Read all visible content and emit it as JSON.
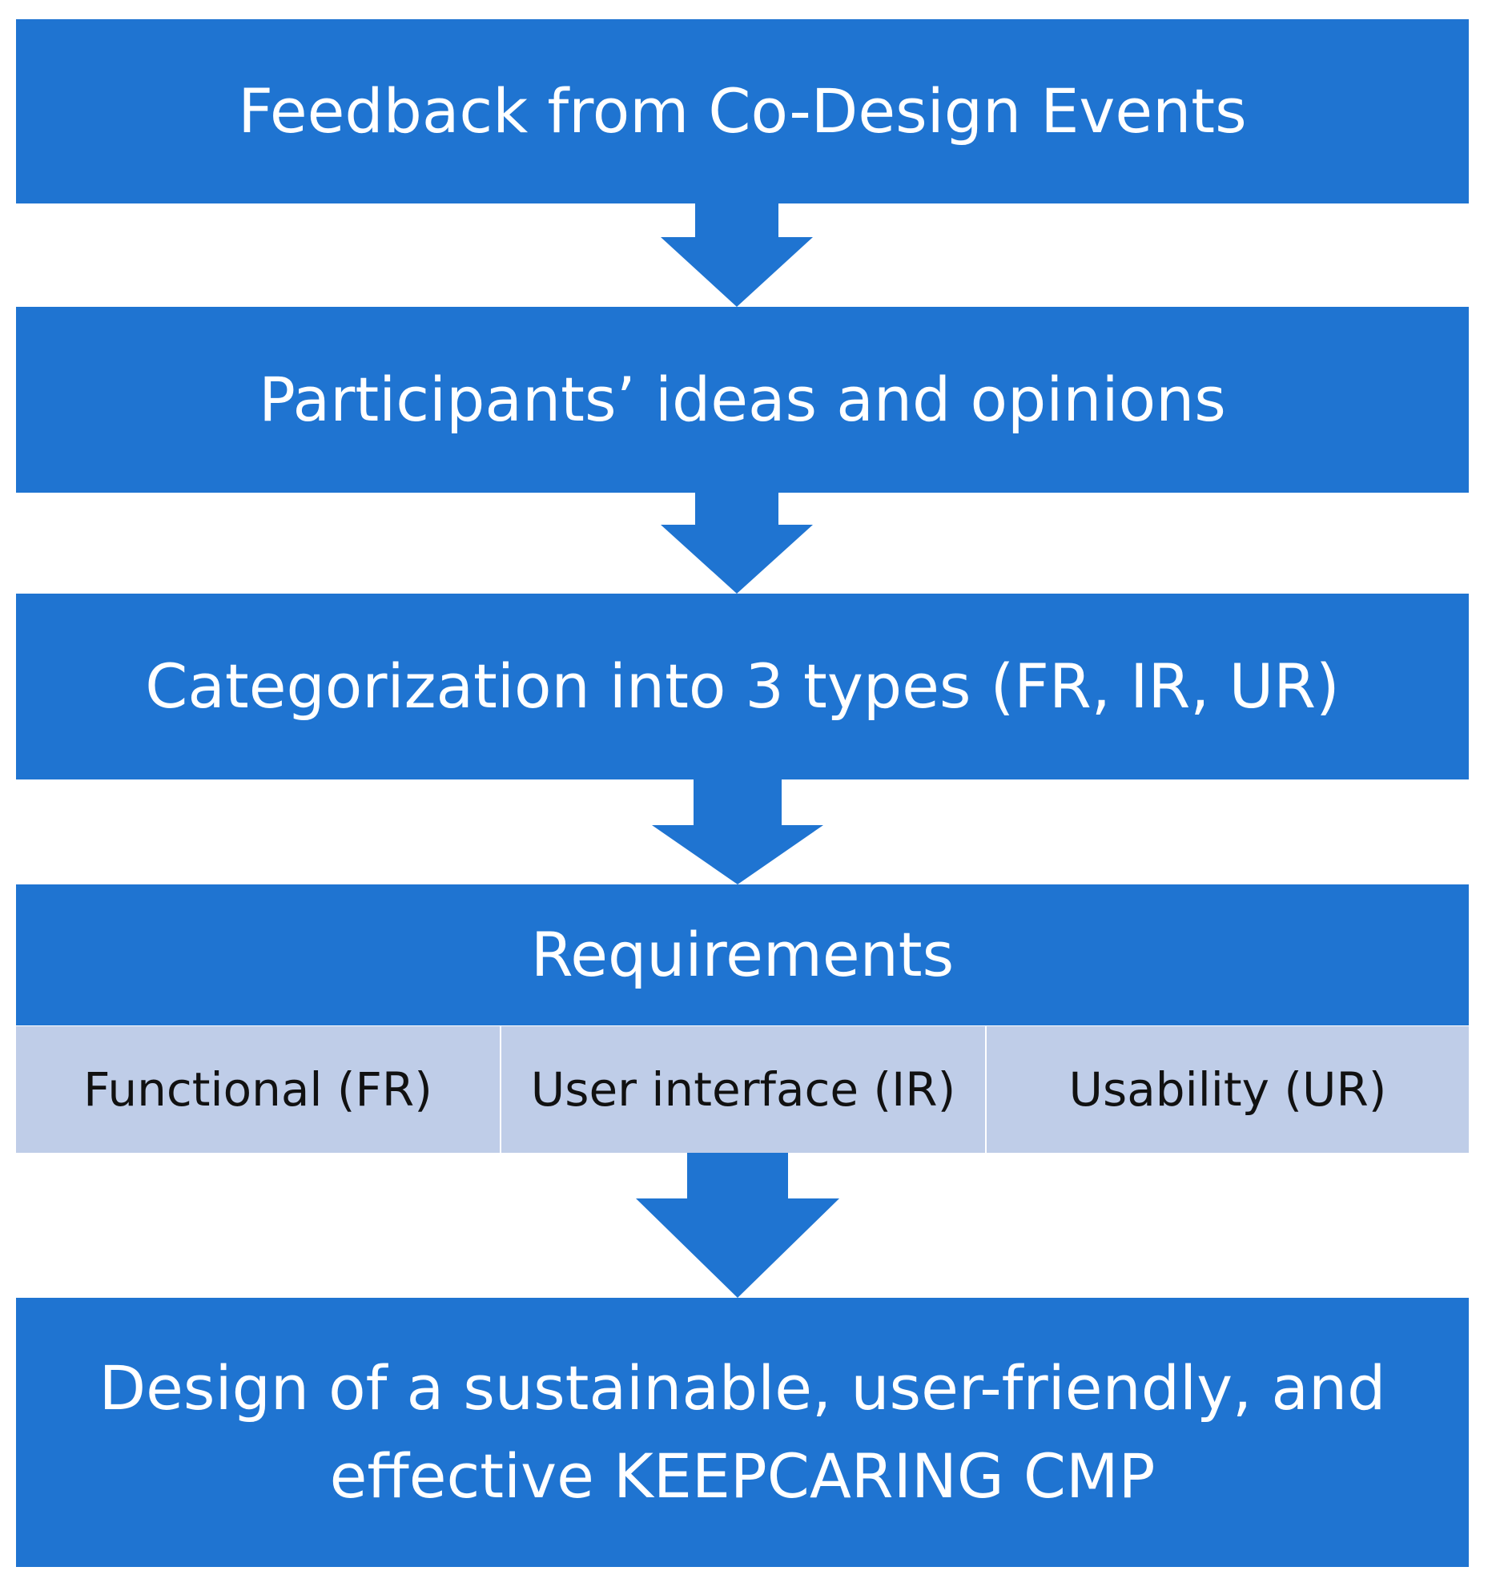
{
  "colors": {
    "box_fill": "#1f74d1",
    "sub_fill": "#bfcde8",
    "box_text": "#ffffff",
    "sub_text": "#111111"
  },
  "steps": {
    "feedback": "Feedback from Co-Design Events",
    "participants": "Participants’ ideas and opinions",
    "categorization": "Categorization into 3 types (FR, IR, UR)",
    "requirements": "Requirements",
    "design": "Design of a sustainable, user-friendly, and effective KEEPCARING CMP"
  },
  "requirement_types": [
    "Functional (FR)",
    "User interface (IR)",
    "Usability (UR)"
  ]
}
